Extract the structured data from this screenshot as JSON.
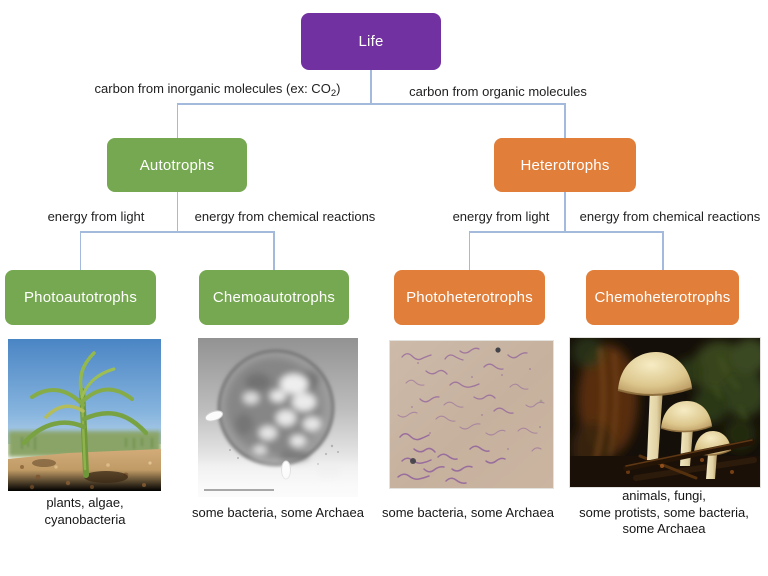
{
  "colors": {
    "purple": "#7231a1",
    "green": "#75a850",
    "orange": "#e07e3a",
    "connector": "#a4badd",
    "label_text": "#212121"
  },
  "nodes": {
    "life": {
      "label": "Life"
    },
    "autotrophs": {
      "label": "Autotrophs"
    },
    "heterotrophs": {
      "label": "Heterotrophs"
    },
    "photoautotrophs": {
      "label": "Photoautotrophs"
    },
    "chemoautotrophs": {
      "label": "Chemoautotrophs"
    },
    "photoheterotrophs": {
      "label": "Photoheterotrophs"
    },
    "chemoheterotrophs": {
      "label": "Chemoheterotrophs"
    }
  },
  "edge_labels": {
    "carbon_inorganic_pre": "carbon from inorganic molecules (ex: CO",
    "carbon_inorganic_sub": "2",
    "carbon_inorganic_post": ")",
    "carbon_organic": "carbon from organic molecules",
    "energy_light_left": "energy from light",
    "energy_chemical_left": "energy from chemical reactions",
    "energy_light_right": "energy from light",
    "energy_chemical_right": "energy from chemical reactions"
  },
  "captions": {
    "photoautotrophs": "plants, algae,\ncyanobacteria",
    "chemoautotrophs": "some bacteria, some Archaea",
    "photoheterotrophs": "some bacteria, some Archaea",
    "chemoheterotrophs": "animals, fungi,\nsome protists, some bacteria,\nsome Archaea"
  },
  "images": {
    "photoautotrophs": "corn-seedling-photo",
    "chemoautotrophs": "electron-micrograph-photo",
    "photoheterotrophs": "stained-bacteria-micrograph-photo",
    "chemoheterotrophs": "mushrooms-photo"
  }
}
